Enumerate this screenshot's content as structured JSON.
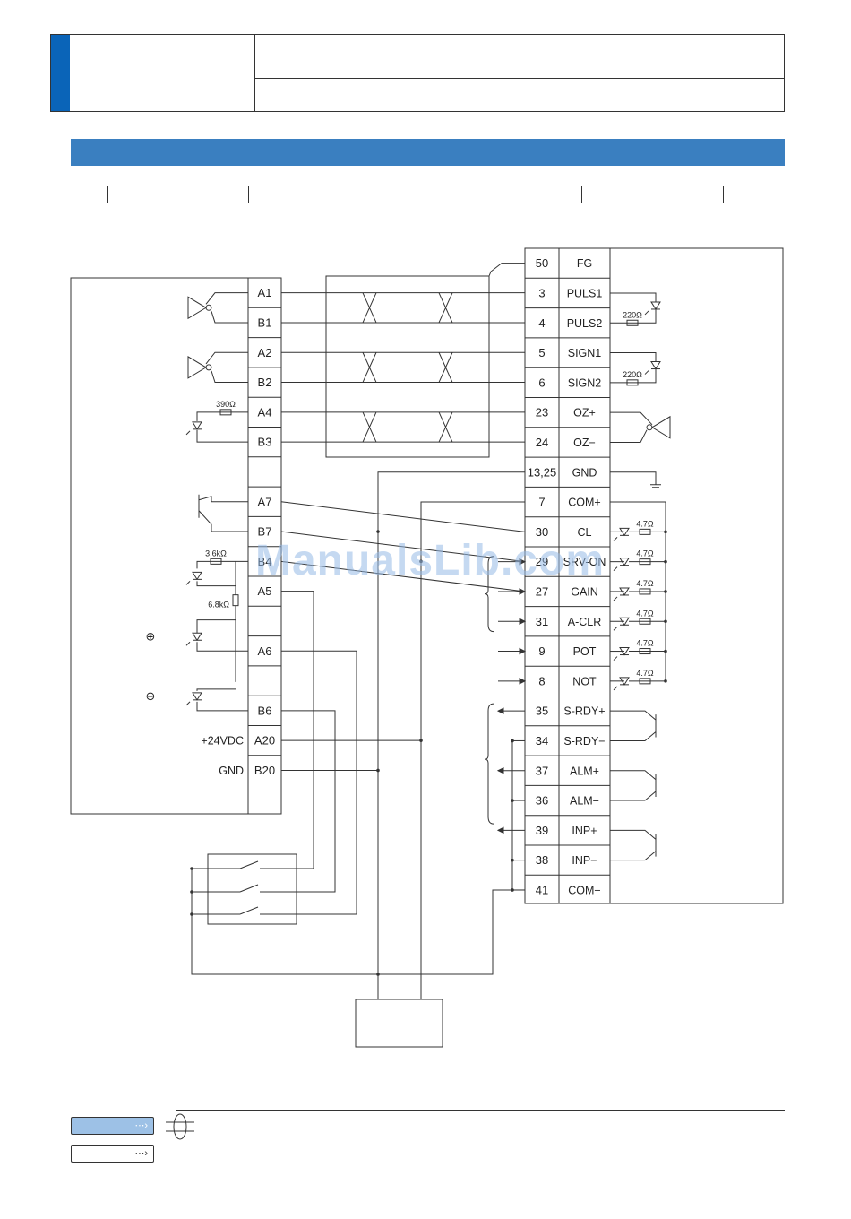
{
  "left_pins": [
    {
      "pin": "A1"
    },
    {
      "pin": "B1"
    },
    {
      "pin": "A2"
    },
    {
      "pin": "B2"
    },
    {
      "pin": "A4"
    },
    {
      "pin": "B3"
    },
    {
      "pin": ""
    },
    {
      "pin": "A7"
    },
    {
      "pin": "B7"
    },
    {
      "pin": "B4"
    },
    {
      "pin": "A5"
    },
    {
      "pin": ""
    },
    {
      "pin": "A6"
    },
    {
      "pin": ""
    },
    {
      "pin": "B6"
    },
    {
      "pin": "A20"
    },
    {
      "pin": "B20"
    }
  ],
  "left_labels": {
    "v24": "+24VDC",
    "gnd": "GND",
    "plus": "⊕",
    "minus": "⊖"
  },
  "right_pins": [
    {
      "pin": "50",
      "sig": "FG"
    },
    {
      "pin": "3",
      "sig": "PULS1"
    },
    {
      "pin": "4",
      "sig": "PULS2"
    },
    {
      "pin": "5",
      "sig": "SIGN1"
    },
    {
      "pin": "6",
      "sig": "SIGN2"
    },
    {
      "pin": "23",
      "sig": "OZ+"
    },
    {
      "pin": "24",
      "sig": "OZ−"
    },
    {
      "pin": "13,25",
      "sig": "GND"
    },
    {
      "pin": "7",
      "sig": "COM+"
    },
    {
      "pin": "30",
      "sig": "CL"
    },
    {
      "pin": "29",
      "sig": "SRV-ON"
    },
    {
      "pin": "27",
      "sig": "GAIN"
    },
    {
      "pin": "31",
      "sig": "A-CLR"
    },
    {
      "pin": "9",
      "sig": "POT"
    },
    {
      "pin": "8",
      "sig": "NOT"
    },
    {
      "pin": "35",
      "sig": "S-RDY+"
    },
    {
      "pin": "34",
      "sig": "S-RDY−"
    },
    {
      "pin": "37",
      "sig": "ALM+"
    },
    {
      "pin": "36",
      "sig": "ALM−"
    },
    {
      "pin": "39",
      "sig": "INP+"
    },
    {
      "pin": "38",
      "sig": "INP−"
    },
    {
      "pin": "41",
      "sig": "COM−"
    }
  ],
  "resistors": {
    "r220": "220Ω",
    "r390": "390Ω",
    "r47": "4.7Ω",
    "r36k": "3.6kΩ",
    "r68k": "6.8kΩ"
  },
  "watermark": "ManualsLib.com",
  "colors": {
    "tab": "#0a64b8",
    "band": "#3a7fc0",
    "legend_fill": "#9dc1e6"
  }
}
